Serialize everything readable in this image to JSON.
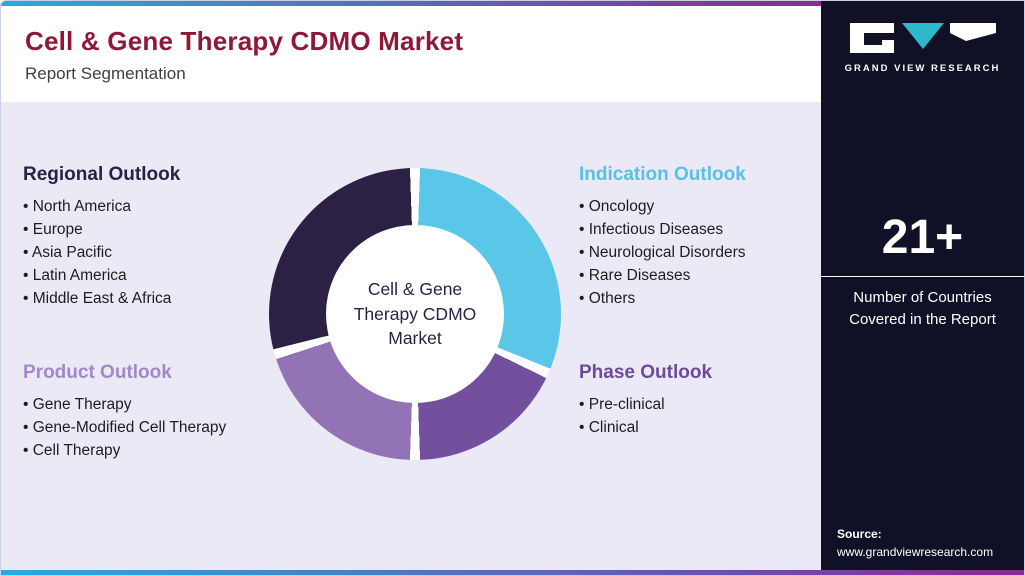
{
  "header": {
    "title": "Cell & Gene Therapy CDMO Market",
    "subtitle": "Report Segmentation"
  },
  "accent": {
    "gradient_left": "#2aa9e0",
    "gradient_right": "#8a2a92"
  },
  "quadrants": [
    {
      "id": "regional",
      "heading": "Regional Outlook",
      "color": "#2c2145",
      "items": [
        "North America",
        "Europe",
        "Asia Pacific",
        "Latin America",
        "Middle East & Africa"
      ]
    },
    {
      "id": "indication",
      "heading": "Indication Outlook",
      "color": "#56c3e6",
      "items": [
        "Oncology",
        "Infectious Diseases",
        "Neurological Disorders",
        "Rare Diseases",
        "Others"
      ]
    },
    {
      "id": "product",
      "heading": "Product Outlook",
      "color": "#a288c6",
      "items": [
        "Gene Therapy",
        "Gene-Modified Cell Therapy",
        "Cell Therapy"
      ]
    },
    {
      "id": "phase",
      "heading": "Phase Outlook",
      "color": "#6d4a9b",
      "items": [
        "Pre-clinical",
        "Clinical"
      ]
    }
  ],
  "chart_data": {
    "type": "pie",
    "style": "donut",
    "title": "Cell & Gene Therapy CDMO Market Report Segmentation",
    "center_label": "Cell & Gene Therapy CDMO Market",
    "legend_position": "none",
    "segments": [
      {
        "label": "Indication Outlook",
        "color": "#5ac6e8",
        "start_deg": 2,
        "end_deg": 112
      },
      {
        "label": "Phase Outlook",
        "color": "#73509e",
        "start_deg": 116,
        "end_deg": 178
      },
      {
        "label": "Product Outlook",
        "color": "#9274b6",
        "start_deg": 182,
        "end_deg": 252
      },
      {
        "label": "Regional Outlook",
        "color": "#2c2145",
        "start_deg": 256,
        "end_deg": 358
      }
    ]
  },
  "sidebar": {
    "brand": "GRAND VIEW RESEARCH",
    "stat_value": "21+",
    "stat_caption": "Number of Countries Covered in the Report",
    "source_label": "Source:",
    "source_url": "www.grandviewresearch.com",
    "background": "#101126",
    "logo_teal": "#2eb8cc"
  }
}
